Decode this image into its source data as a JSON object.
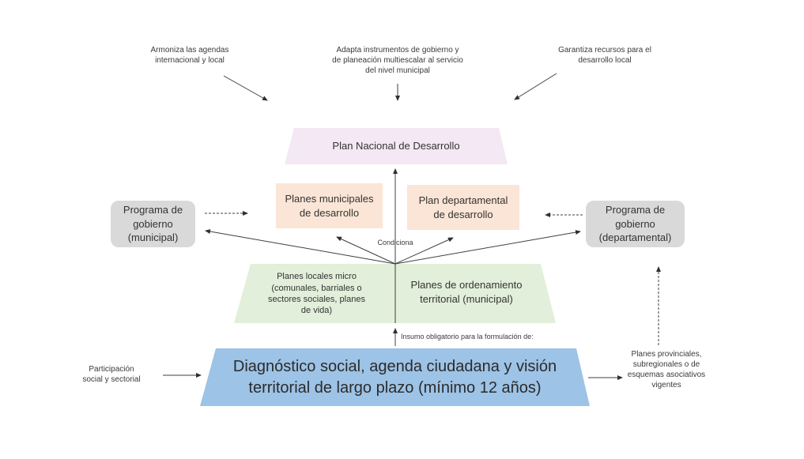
{
  "annotations": {
    "top_left": [
      "Armoniza las agendas",
      "internacional y local"
    ],
    "top_center": [
      "Adapta instrumentos de gobierno y",
      "de planeación multiescalar al servicio",
      "del nivel municipal"
    ],
    "top_right": [
      "Garantiza recursos para el",
      "desarrollo local"
    ],
    "condiciona": "Condiciona",
    "insumo": "Insumo obligatorio para la formulación de:",
    "participacion": [
      "Participación",
      "social y sectorial"
    ],
    "planes_provinciales": [
      "Planes provinciales,",
      "subregionales o de",
      "esquemas asociativos",
      "vigentes"
    ]
  },
  "nodes": {
    "plan_nacional": "Plan Nacional de Desarrollo",
    "planes_municipales": [
      "Planes municipales",
      "de desarrollo"
    ],
    "plan_departamental": [
      "Plan departamental",
      "de desarrollo"
    ],
    "programa_municipal": [
      "Programa de",
      "gobierno",
      "(municipal)"
    ],
    "programa_departamental": [
      "Programa de",
      "gobierno",
      "(departamental)"
    ],
    "planes_locales": [
      "Planes locales micro",
      "(comunales, barriales o",
      "sectores sociales, planes",
      "de vida)"
    ],
    "planes_ordenamiento": [
      "Planes de ordenamiento",
      "territorial (municipal)"
    ],
    "diagnostico": [
      "Diagnóstico social, agenda ciudadana y visión",
      "territorial de largo plazo (mínimo 12 años)"
    ]
  },
  "colors": {
    "plan_nacional_fill": "#f3e8f3",
    "peach_fill": "#fbe5d6",
    "gray_fill": "#d9d9d9",
    "green_fill": "#e2efda",
    "blue_fill": "#9dc3e6",
    "line": "#3f3f3f"
  }
}
